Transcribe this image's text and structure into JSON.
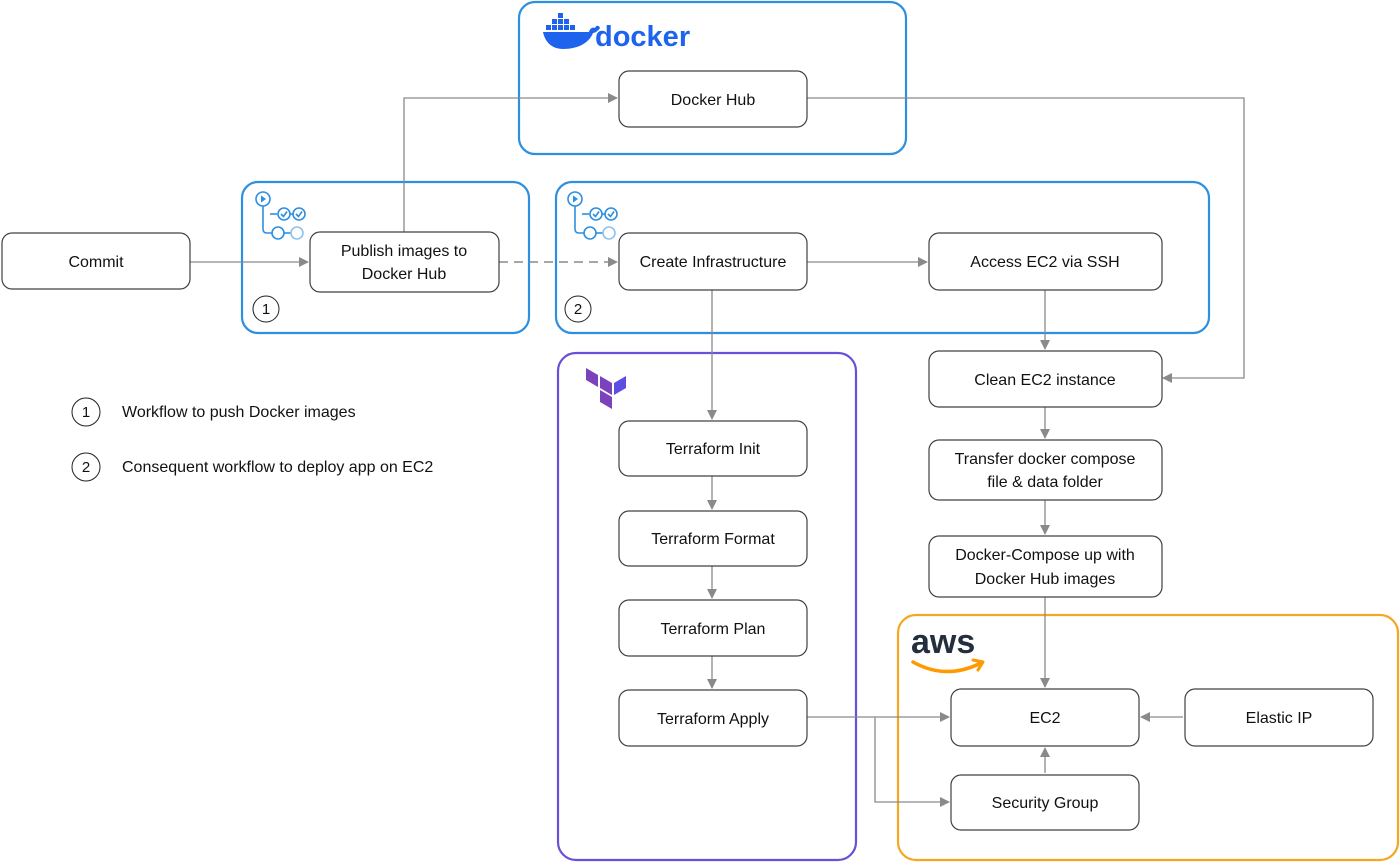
{
  "nodes": {
    "commit": "Commit",
    "publish": [
      "Publish images to",
      "Docker Hub"
    ],
    "docker_hub": "Docker Hub",
    "create_infra": "Create Infrastructure",
    "access_ec2": "Access EC2 via SSH",
    "clean_ec2": "Clean EC2 instance",
    "transfer": [
      "Transfer docker compose",
      "file & data folder"
    ],
    "compose_up": [
      "Docker-Compose up with",
      "Docker Hub images"
    ],
    "tf_init": "Terraform Init",
    "tf_format": "Terraform Format",
    "tf_plan": "Terraform Plan",
    "tf_apply": "Terraform Apply",
    "ec2": "EC2",
    "elastic_ip": "Elastic IP",
    "security_group": "Security Group"
  },
  "badges": {
    "one": "1",
    "two": "2"
  },
  "logos": {
    "docker": "docker",
    "aws": "aws"
  },
  "legend": [
    {
      "num": "1",
      "text": "Workflow to push Docker images"
    },
    {
      "num": "2",
      "text": "Consequent workflow to deploy app on EC2"
    }
  ],
  "icons": [
    "docker-whale-icon",
    "github-actions-icon",
    "terraform-icon",
    "aws-smile-icon"
  ],
  "colors": {
    "docker_group": "#2d8fe0",
    "github_group": "#2d8fe0",
    "terraform_group": "#6b4fd8",
    "aws_group": "#f5a623",
    "docker_brand": "#1d63ed",
    "terraform_brand": "#7b42bc",
    "aws_orange": "#ff9900",
    "connector": "#8a8a8a"
  }
}
